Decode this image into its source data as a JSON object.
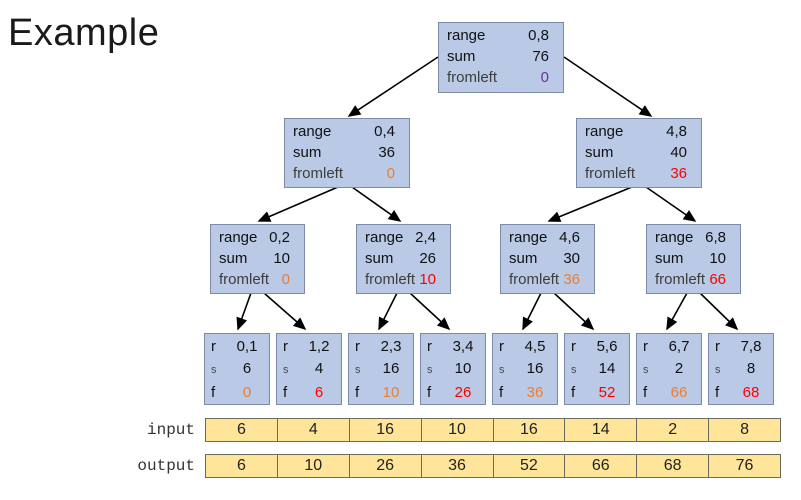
{
  "title": "Example",
  "node_labels": {
    "range": "range",
    "sum": "sum",
    "fromleft": "fromleft"
  },
  "leaf_labels": {
    "range": "r",
    "sum": "s",
    "fromleft": "f"
  },
  "tree": {
    "root": {
      "range": "0,8",
      "sum": "76",
      "fromleft": "0",
      "fromleft_color": "purple"
    },
    "level2": [
      {
        "range": "0,4",
        "sum": "36",
        "fromleft": "0",
        "fromleft_color": "orange"
      },
      {
        "range": "4,8",
        "sum": "40",
        "fromleft": "36",
        "fromleft_color": "red"
      }
    ],
    "level3": [
      {
        "range": "0,2",
        "sum": "10",
        "fromleft": "0",
        "fromleft_color": "orange"
      },
      {
        "range": "2,4",
        "sum": "26",
        "fromleft": "10",
        "fromleft_color": "red"
      },
      {
        "range": "4,6",
        "sum": "30",
        "fromleft": "36",
        "fromleft_color": "orange"
      },
      {
        "range": "6,8",
        "sum": "10",
        "fromleft": "66",
        "fromleft_color": "red"
      }
    ],
    "leaves": [
      {
        "range": "0,1",
        "sum": "6",
        "fromleft": "0",
        "fromleft_color": "orange"
      },
      {
        "range": "1,2",
        "sum": "4",
        "fromleft": "6",
        "fromleft_color": "red"
      },
      {
        "range": "2,3",
        "sum": "16",
        "fromleft": "10",
        "fromleft_color": "orange"
      },
      {
        "range": "3,4",
        "sum": "10",
        "fromleft": "26",
        "fromleft_color": "red"
      },
      {
        "range": "4,5",
        "sum": "16",
        "fromleft": "36",
        "fromleft_color": "orange"
      },
      {
        "range": "5,6",
        "sum": "14",
        "fromleft": "52",
        "fromleft_color": "red"
      },
      {
        "range": "6,7",
        "sum": "2",
        "fromleft": "66",
        "fromleft_color": "orange"
      },
      {
        "range": "7,8",
        "sum": "8",
        "fromleft": "68",
        "fromleft_color": "red"
      }
    ]
  },
  "arrays": {
    "input_label": "input",
    "output_label": "output",
    "input": [
      "6",
      "4",
      "16",
      "10",
      "16",
      "14",
      "2",
      "8"
    ],
    "output": [
      "6",
      "10",
      "26",
      "36",
      "52",
      "66",
      "68",
      "76"
    ]
  },
  "colors": {
    "node_fill": "#b9c9e6",
    "node_border": "#7d8aa5",
    "cell_fill": "#ffe599",
    "cell_border": "#6b6b5d",
    "orange": "#ed7d31",
    "red": "#ff0000",
    "purple": "#7030a0"
  }
}
